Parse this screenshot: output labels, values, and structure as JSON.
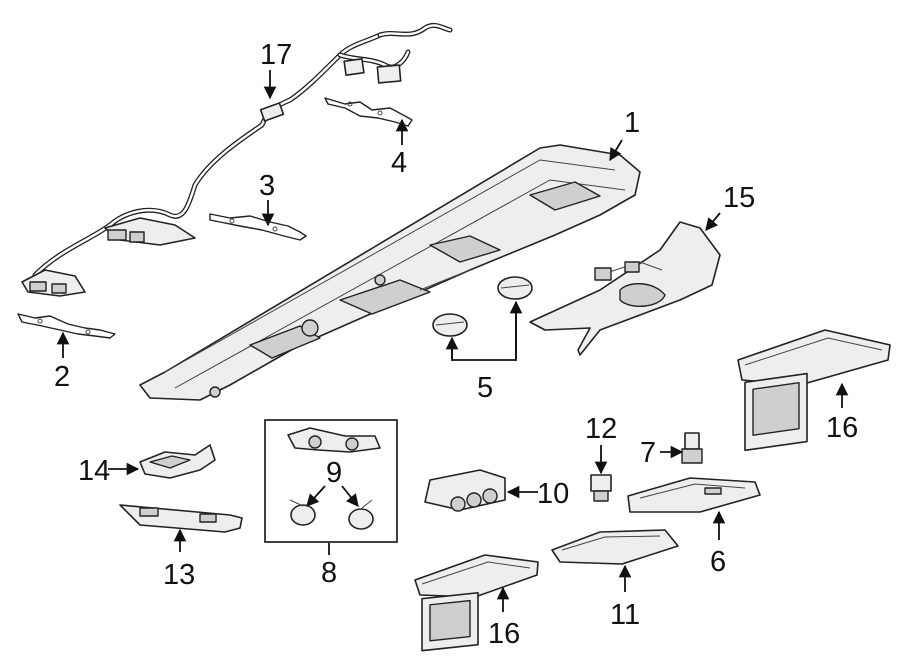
{
  "callouts": {
    "c1": "1",
    "c2": "2",
    "c3": "3",
    "c4": "4",
    "c5": "5",
    "c6": "6",
    "c7": "7",
    "c8": "8",
    "c9": "9",
    "c10": "10",
    "c11": "11",
    "c12": "12",
    "c13": "13",
    "c14": "14",
    "c15": "15",
    "c16a": "16",
    "c16b": "16",
    "c17": "17"
  },
  "colors": {
    "line": "#222222",
    "fill": "#eeeeee",
    "background": "#ffffff"
  }
}
